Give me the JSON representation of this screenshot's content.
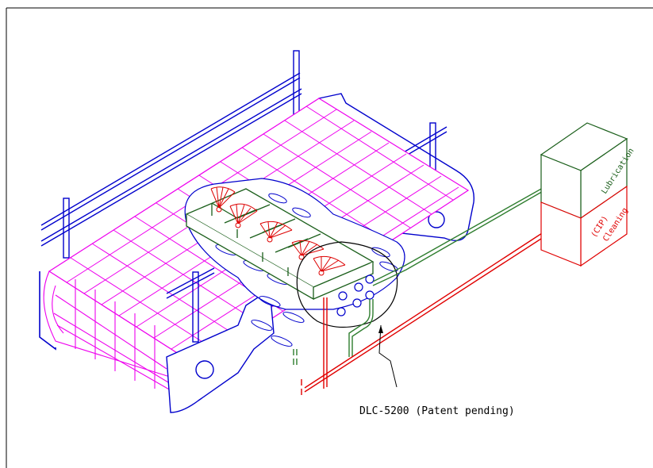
{
  "labels": {
    "lubrication": "Lubrication",
    "cip": "(CIP)",
    "cleaning": "Cleaning",
    "callout": "DLC-5200 (Patent pending)"
  },
  "colors": {
    "frame": "#0000cc",
    "belt": "#ee00ee",
    "nozzle": "#dd0000",
    "module": "#1a5e1a",
    "lube_line": "#2e7d2e",
    "clean_line": "#e00000",
    "callout": "#000000"
  }
}
